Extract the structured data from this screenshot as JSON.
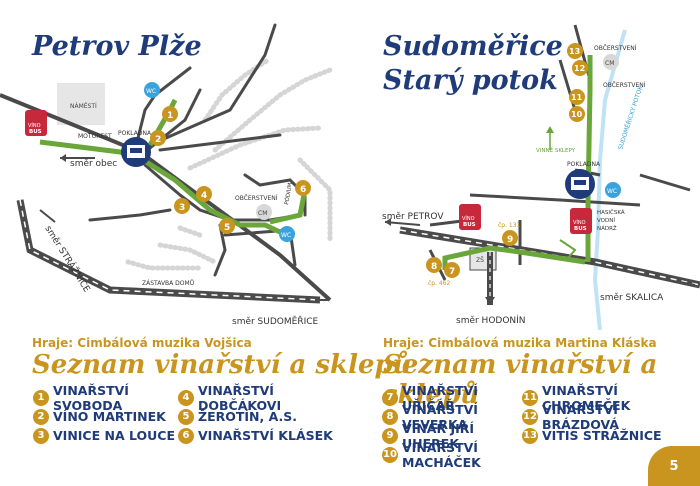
{
  "left": {
    "title": "Petrov Plže",
    "band": "Hraje: Cimbálová muzika Vojšica",
    "list_title": "Seznam vinařství a sklepů",
    "map": {
      "places": {
        "namesti": "NÁMĚSTÍ",
        "motorest": "MOTOREST",
        "pokladna": "POKLADNA",
        "wc": "WC",
        "obcerstveni": "OBČERSTVENÍ",
        "cm": "CM",
        "podium": "PÓDIUM",
        "zastavba": "ZÁSTAVBA DOMŮ",
        "vino": "VÍNO",
        "bus": "BUS"
      },
      "directions": {
        "obec": "směr obec",
        "straznice": "směr STRÁŽNICE",
        "sudomerice": "směr SUDOMĚŘICE"
      },
      "markers": [
        "1",
        "2",
        "3",
        "4",
        "5",
        "6"
      ]
    },
    "wineries": [
      {
        "num": "1",
        "name": "VINAŘSTVÍ SVOBODA"
      },
      {
        "num": "2",
        "name": "VÍNO MARTINEK"
      },
      {
        "num": "3",
        "name": "VINICE NA LOUCE"
      },
      {
        "num": "4",
        "name": "VINAŘSTVÍ DOBČÁKOVI"
      },
      {
        "num": "5",
        "name": "ŽEROTÍN, A.S."
      },
      {
        "num": "6",
        "name": "VINAŘSTVÍ KLÁSEK"
      }
    ]
  },
  "right": {
    "title_line1": "Sudoměřice",
    "title_line2": "Starý potok",
    "band": "Hraje: Cimbálová muzika Martina Kláska",
    "list_title": "Seznam vinařství a sklepů",
    "map": {
      "places": {
        "obcerstveni1": "OBČERSTVENÍ",
        "cm": "CM",
        "obcerstveni2": "OBČERSTVENÍ",
        "vinne_sklepy": "VINNÉ SKLEPY",
        "potok": "SUDOMĚŘICKÝ POTOK",
        "pokladna": "POKLADNA",
        "wc": "WC",
        "hasicska1": "HASIČSKÁ",
        "hasicska2": "VODNÍ",
        "hasicska3": "NÁDRŽ",
        "cp131": "čp. 131",
        "cp462": "čp. 462",
        "zs": "ZŠ",
        "vino": "VÍNO",
        "bus": "BUS"
      },
      "directions": {
        "petrov": "směr PETROV",
        "hodonin": "směr HODONÍN",
        "skalica": "směr SKALICA"
      },
      "markers": [
        "7",
        "8",
        "9",
        "10",
        "11",
        "12",
        "13"
      ]
    },
    "wineries_col1": [
      {
        "num": "7",
        "name": "VINAŘSTVÍ UŘIČÁŘ"
      },
      {
        "num": "8",
        "name": "VINAŘSTVÍ VEVERKA"
      },
      {
        "num": "9",
        "name": "VINAŘ JIŘÍ UHEREK"
      },
      {
        "num": "10",
        "name": "VINAŘSTVÍ MACHÁČEK"
      }
    ],
    "wineries_col2": [
      {
        "num": "11",
        "name": "VINAŘSTVÍ CHROMEČEK"
      },
      {
        "num": "12",
        "name": "VINAŘSTVÍ BRÁZDOVÁ"
      },
      {
        "num": "13",
        "name": "VITIS STRÁŽNICE"
      }
    ]
  },
  "page_number": "5",
  "colors": {
    "navy": "#1f3b7a",
    "gold": "#c9951f",
    "green": "#6aa63a",
    "blue": "#3aa3dd",
    "red": "#c8283c",
    "road": "#4a4a4a"
  }
}
